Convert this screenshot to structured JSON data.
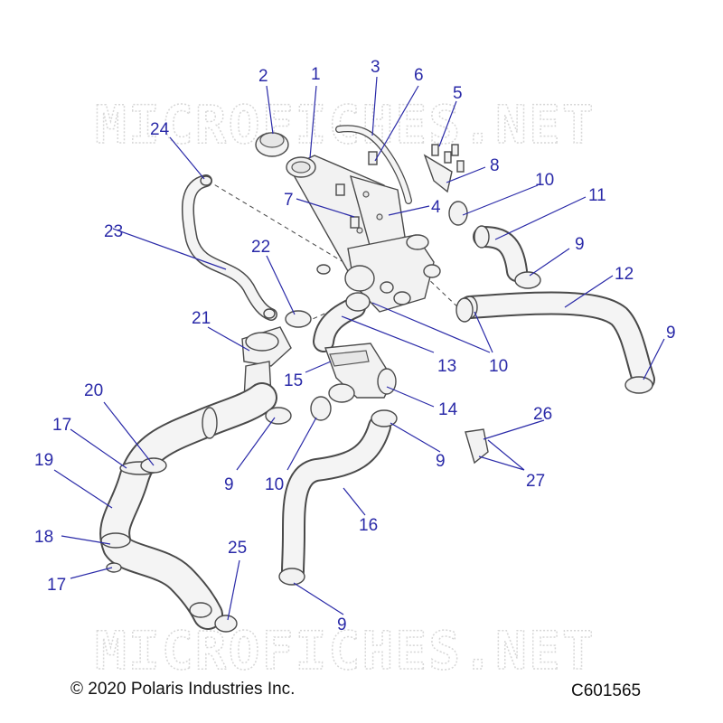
{
  "watermark": "MICROFICHES.NET",
  "copyright": "© 2020 Polaris Industries Inc.",
  "figure_id": "C601565",
  "callouts": [
    "1",
    "2",
    "3",
    "4",
    "5",
    "6",
    "7",
    "8",
    "9",
    "9",
    "9",
    "9",
    "9",
    "10",
    "10",
    "10",
    "10",
    "11",
    "12",
    "13",
    "14",
    "15",
    "16",
    "17",
    "17",
    "18",
    "19",
    "20",
    "21",
    "22",
    "23",
    "24",
    "25",
    "26",
    "27"
  ],
  "colors": {
    "callout": "#2a2aa8",
    "line": "#4a4a4a",
    "part_fill": "#f2f2f2"
  }
}
